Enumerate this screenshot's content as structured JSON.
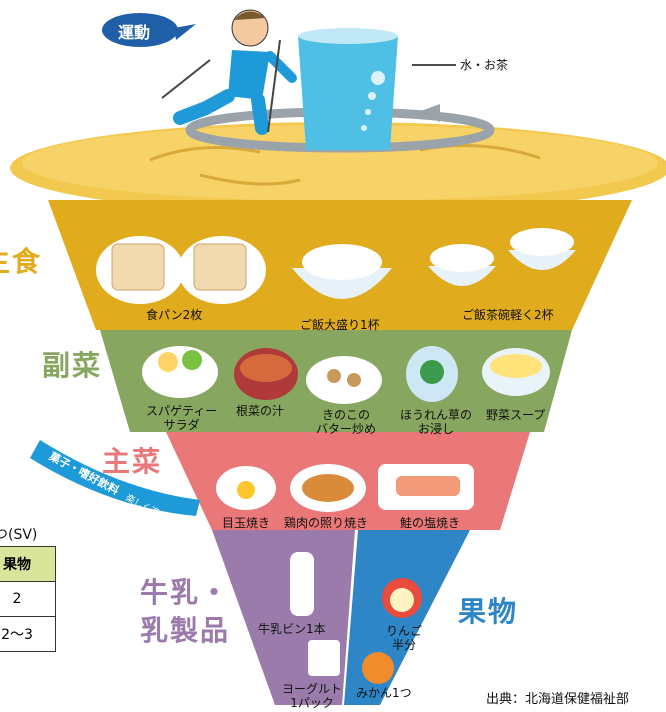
{
  "exercise": {
    "label": "運動"
  },
  "water": {
    "label": "水・お茶"
  },
  "tiers": [
    {
      "category": "主食",
      "color": "#e0ab1c",
      "items": [
        "食パン2枚",
        "ご飯大盛り1杯",
        "ご飯茶碗軽く2杯"
      ]
    },
    {
      "category": "副菜",
      "color": "#87a65f",
      "items": [
        "スパゲティー\nサラダ",
        "根菜の汁",
        "きのこの\nバター炒め",
        "ほうれん草の\nお浸し",
        "野菜スープ"
      ]
    },
    {
      "category": "主菜",
      "color": "#ea7878",
      "items": [
        "目玉焼き",
        "鶏肉の照り焼き",
        "鮭の塩焼き"
      ]
    },
    {
      "category": "牛乳・\n乳製品",
      "color": "#9a7bab",
      "items": [
        "牛乳ビン1本",
        "ヨーグルト\n1パック"
      ]
    },
    {
      "category": "果物",
      "color": "#2f86c6",
      "items": [
        "りんご\n半分",
        "みかん1つ"
      ]
    }
  ],
  "snacks": {
    "label": "菓子・嗜好飲料",
    "sub": "楽しく適度に"
  },
  "sv_table": {
    "caption": "つ(SV)",
    "header": "果物",
    "rows": [
      "2",
      "2〜3"
    ]
  },
  "source": "出典：北海道保健福祉部"
}
